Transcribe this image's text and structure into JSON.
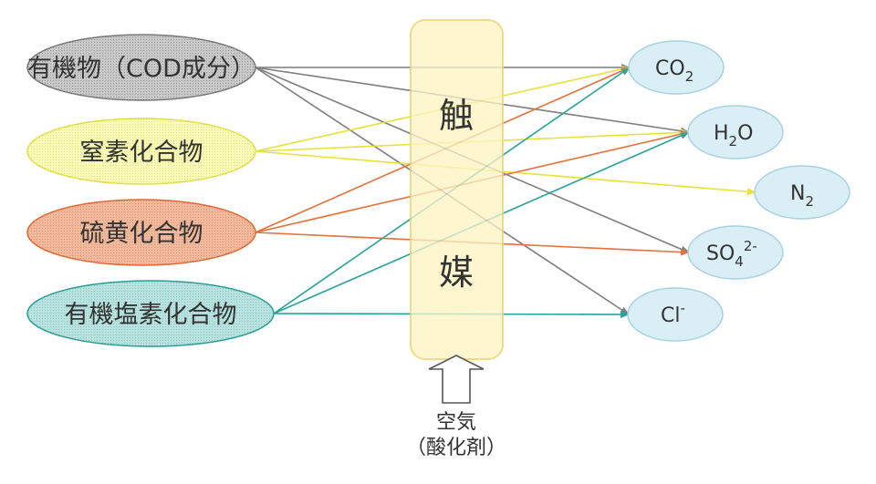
{
  "reactants": [
    {
      "id": "organic",
      "label": "有機物（COD成分）",
      "fill": "#c8c8c8",
      "stroke": "#7a7a7a",
      "line": "#808080"
    },
    {
      "id": "nitrogen",
      "label": "窒素化合物",
      "fill": "#fbfbb4",
      "stroke": "#e3df4a",
      "line": "#e8e23c"
    },
    {
      "id": "sulfur",
      "label": "硫黄化合物",
      "fill": "#f3b89a",
      "stroke": "#e06a36",
      "line": "#e5733d"
    },
    {
      "id": "chlorine",
      "label": "有機塩素化合物",
      "fill": "#b6e3e0",
      "stroke": "#2a9e96",
      "line": "#2ba39b"
    }
  ],
  "catalyst": {
    "chars": [
      "触",
      "媒"
    ],
    "fill": "#fdf6cf",
    "stroke": "#eedc8c"
  },
  "products": [
    {
      "id": "co2",
      "main": "CO",
      "sub": "2",
      "sup": ""
    },
    {
      "id": "h2o",
      "main": "H",
      "sub": "2",
      "after": "O",
      "sup": ""
    },
    {
      "id": "n2",
      "main": "N",
      "sub": "2",
      "sup": ""
    },
    {
      "id": "so4",
      "main": "SO",
      "sub": "4",
      "sup": "2-"
    },
    {
      "id": "cl",
      "main": "Cl",
      "sub": "",
      "sup": "-"
    }
  ],
  "product_style": {
    "fill": "#daeef5",
    "stroke": "#a7d2e2"
  },
  "air": {
    "line1": "空気",
    "line2": "（酸化剤）"
  }
}
